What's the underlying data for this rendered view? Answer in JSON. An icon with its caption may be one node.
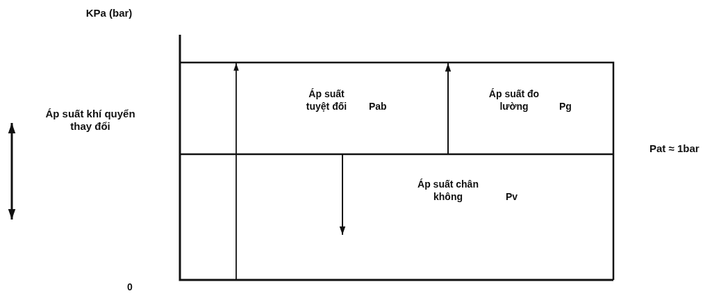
{
  "diagram": {
    "labels": [
      "KPa (bar)",
      "Áp suất tuyệt đối",
      "Pab",
      "Áp suất đo lường",
      "Pg",
      "Áp suất khí quyển thay đổi",
      "Pat ≈ 1bar",
      "Áp suất chân không",
      "Pv",
      "0"
    ]
  }
}
